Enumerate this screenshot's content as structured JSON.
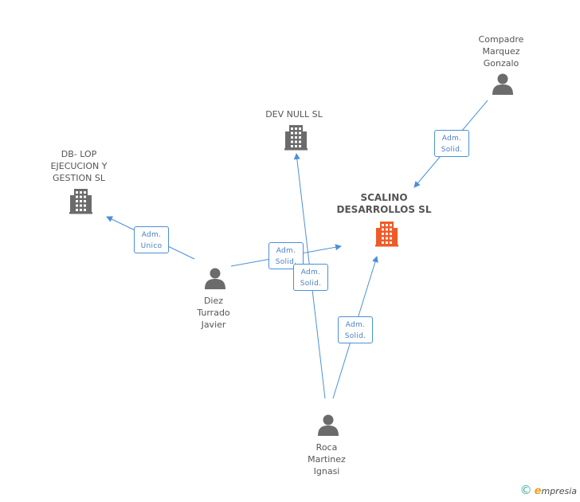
{
  "nodes": {
    "compadre": {
      "label": "Compadre\nMarquez\nGonzalo",
      "type": "person"
    },
    "devnull": {
      "label": "DEV NULL SL",
      "type": "company"
    },
    "dblop": {
      "label": "DB- LOP\nEJECUCION Y\nGESTION SL",
      "type": "company"
    },
    "scalino": {
      "label": "SCALINO\nDESARROLLOS SL",
      "type": "company-main"
    },
    "diez": {
      "label": "Diez\nTurrado\nJavier",
      "type": "person"
    },
    "roca": {
      "label": "Roca\nMartinez\nIgnasi",
      "type": "person"
    }
  },
  "edges": [
    {
      "from": "compadre",
      "to": "scalino",
      "label": "Adm.\nSolid."
    },
    {
      "from": "diez",
      "to": "dblop",
      "label": "Adm.\nUnico"
    },
    {
      "from": "diez",
      "to": "scalino",
      "label": "Adm.\nSolid."
    },
    {
      "from": "roca",
      "to": "devnull",
      "label": "Adm.\nSolid."
    },
    {
      "from": "roca",
      "to": "scalino",
      "label": "Adm.\nSolid."
    }
  ],
  "colors": {
    "edge": "#4a90d9",
    "company": "#6b6b6b",
    "main_company": "#f05a28",
    "person": "#6b6b6b"
  },
  "icons": {
    "person": "person-icon",
    "company": "building-icon"
  },
  "footer": {
    "copyright": "©",
    "brand_e": "e",
    "brand": "mpresia"
  }
}
